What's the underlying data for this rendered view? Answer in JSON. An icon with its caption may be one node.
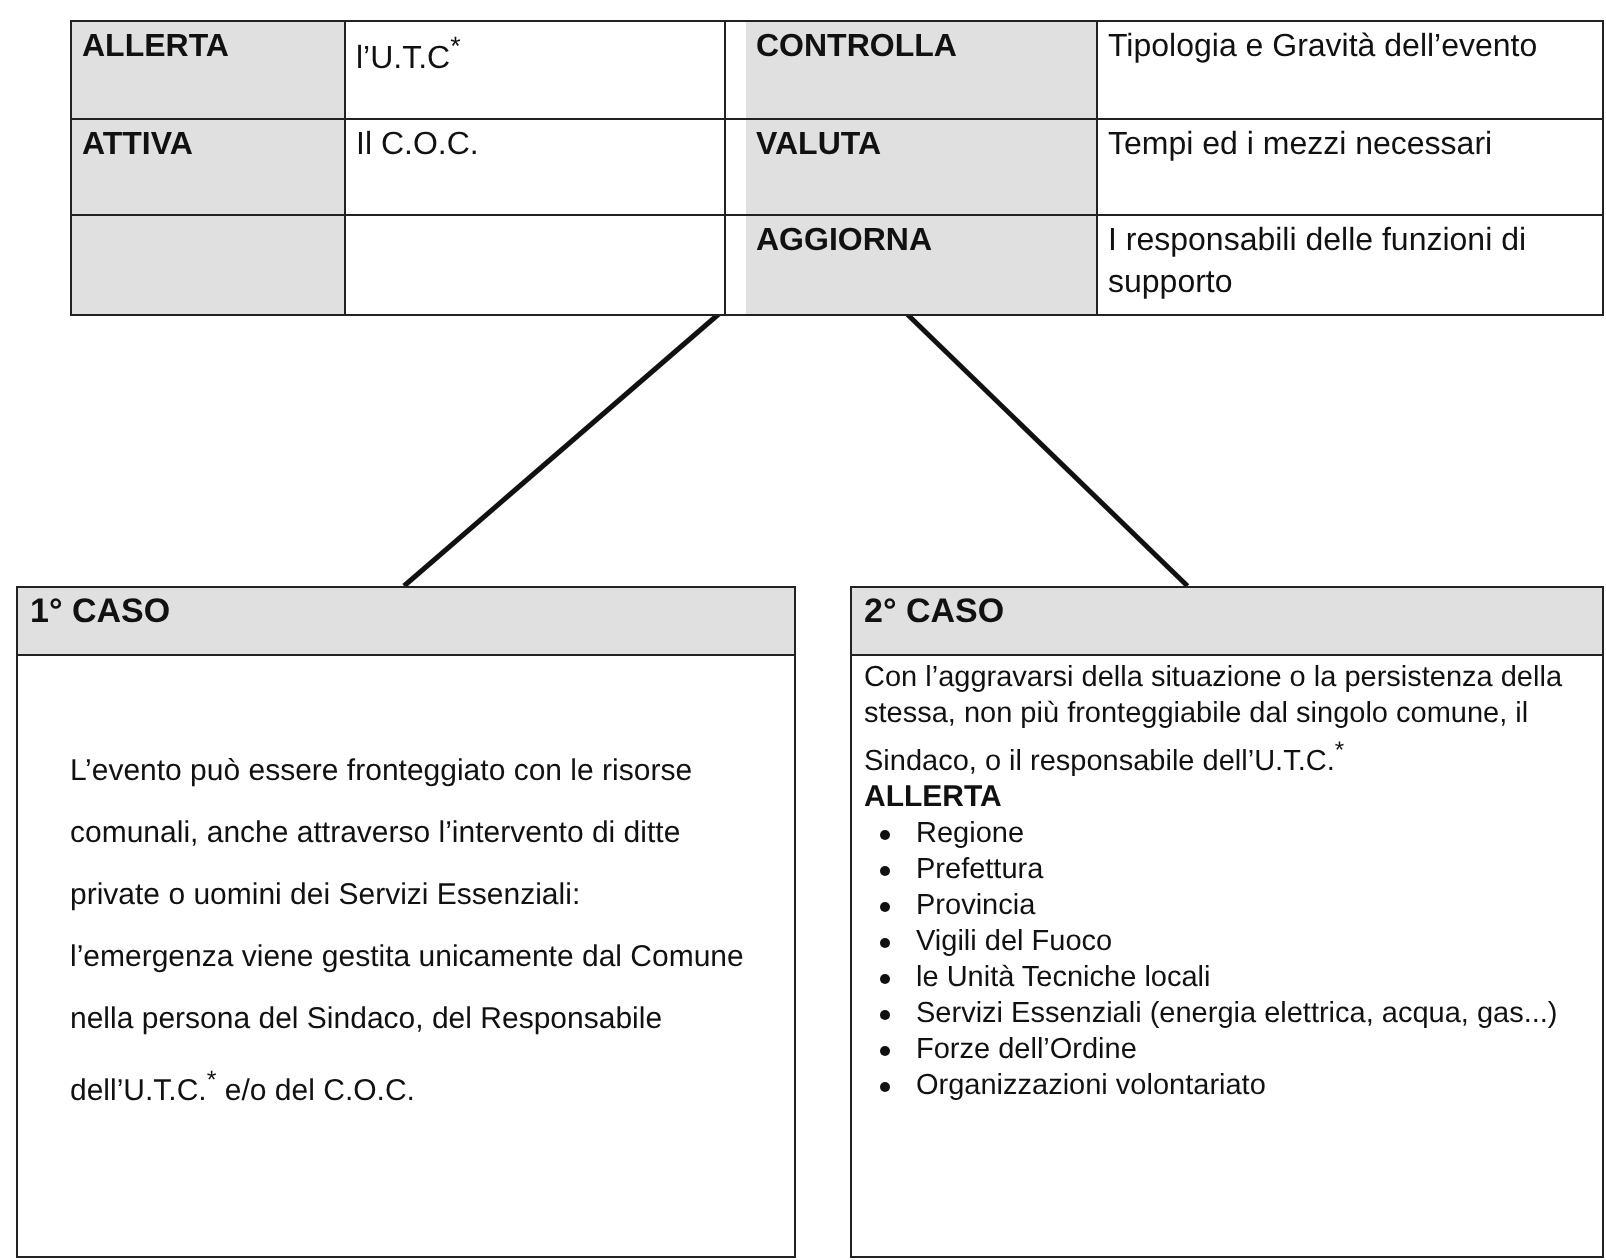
{
  "diagram": {
    "nodes": [
      {
        "text": [
          "ALLERTA",
          "l’U.T.C$^{*}$",
          "CONTROLLA",
          "Tipologia e Gravità dell’evento",
          "ATTIVA",
          "Il C.O.C.",
          "VALUTA",
          "Tempi ed i mezzi necessari",
          "AGGIORNA",
          "I responsabili delle funzioni di supporto"
        ]
      },
      {
        "text": [
          "1° CASO",
          "L’evento può essere fronteggiato con le risorse comunali, anche attraverso l’intervento di ditte private o uomini dei Servizi Essenziali:",
          "l’emergenza viene gestita unicamente dal Comune nella persona del  Sindaco, del Responsabile dell’U.T.C.$^{*}$ e/o del C.O.C."
        ]
      },
      {
        "text": [
          "2° CASO",
          "Con l’aggravarsi della situazione o la persistenza della stessa, non più fronteggiabile dal singolo comune, il Sindaco, o il responsabile dell’U.T.C.$^{*}$",
          "ALLERTA",
          "Regione",
          "Prefettura",
          "Provincia",
          "Vigili del Fuoco",
          "le Unità Tecniche locali",
          "Servizi Essenziali (energia elettrica, acqua, gas...)",
          "Forze dell’Ordine",
          "Organizzazioni volontariato"
        ]
      }
    ],
    "edges": [
      {
        "from": 0,
        "to": 1,
        "arrow": "none"
      },
      {
        "from": 0,
        "to": 2,
        "arrow": "none"
      }
    ]
  }
}
